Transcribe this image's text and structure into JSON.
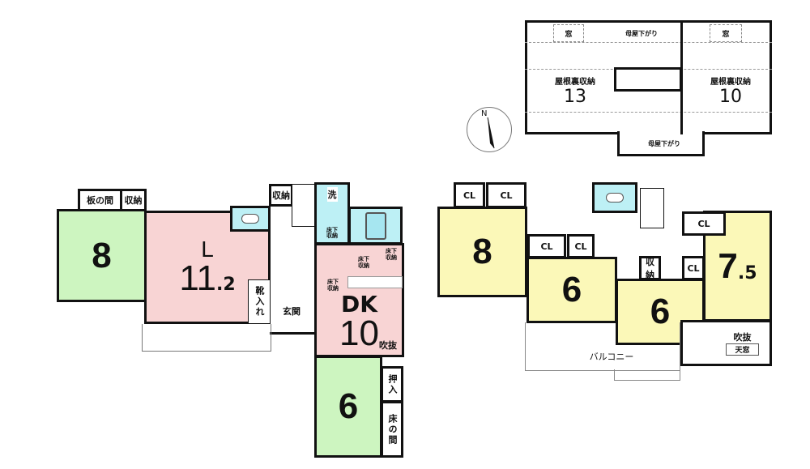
{
  "attic": {
    "window_left": "窓",
    "window_right": "窓",
    "eaves_top": "母屋下がり",
    "eaves_bottom": "母屋下がり",
    "room_left_label": "屋根裏収納",
    "room_left_size": "13",
    "room_right_label": "屋根裏収納",
    "room_right_size": "10"
  },
  "compass": {
    "north": "N"
  },
  "floor1": {
    "washitsu8_size": "8",
    "itanoma": "板の間",
    "storage_a": "収納",
    "living_letter": "L",
    "living_size_int": "11",
    "living_size_dec": ".2",
    "storage_b": "収納",
    "wash": "洗",
    "underfloor_1": "床下収納",
    "underfloor_2": "床下収納",
    "underfloor_3": "床下収納",
    "underfloor_4": "床下収納",
    "shoe": "靴入れ",
    "entrance": "玄関",
    "dk_letter": "DK",
    "dk_size": "10",
    "fukinuke": "吹抜",
    "washitsu6_size": "6",
    "oshiire": "押入",
    "tokonoma": "床の間"
  },
  "floor2": {
    "cl": "CL",
    "room8_size": "8",
    "room6a_size": "6",
    "room6b_size": "6",
    "room75_int": "7",
    "room75_dec": ".5",
    "storage": "収納",
    "fukinuke": "吹抜",
    "skylight": "天窓",
    "balcony": "バルコニー"
  }
}
